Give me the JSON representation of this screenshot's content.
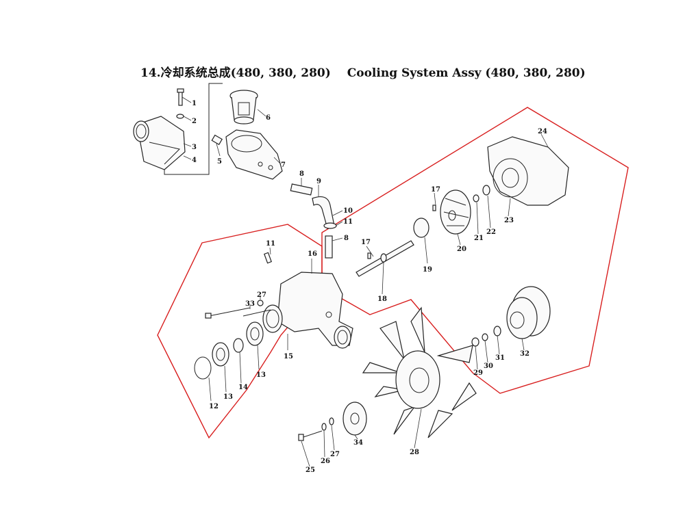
{
  "title": {
    "zh": "14.冷却系统总成(480, 380, 280)",
    "en": "Cooling System Assy (480, 380,  280)"
  },
  "callouts": [
    "1",
    "2",
    "3",
    "4",
    "5",
    "6",
    "7",
    "8",
    "9",
    "10",
    "11",
    "8",
    "11",
    "12",
    "13",
    "13",
    "14",
    "15",
    "16",
    "17",
    "17",
    "18",
    "19",
    "20",
    "21",
    "22",
    "23",
    "24",
    "25",
    "26",
    "27",
    "27",
    "28",
    "29",
    "30",
    "31",
    "32",
    "33",
    "34"
  ],
  "colors": {
    "boundary": "#d81e1e",
    "ink": "#222222"
  }
}
